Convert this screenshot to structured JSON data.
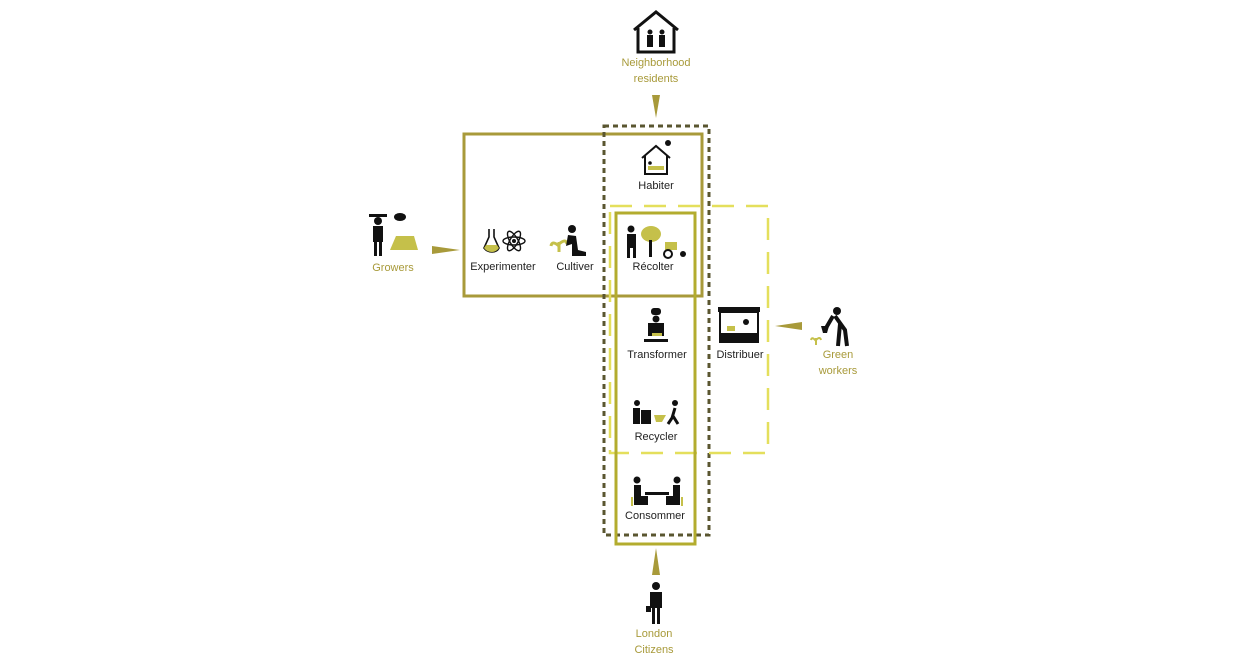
{
  "actors": {
    "residents": "Neighborhood residents",
    "residents_line1": "Neighborhood",
    "residents_line2": "residents",
    "growers": "Growers",
    "green_workers_line1": "Green",
    "green_workers_line2": "workers",
    "citizens_line1": "London",
    "citizens_line2": "Citizens"
  },
  "activities": {
    "habiter": "Habiter",
    "experimenter": "Experimenter",
    "cultiver": "Cultiver",
    "recolter": "Récolter",
    "transformer": "Transformer",
    "distribuer": "Distribuer",
    "recycler": "Recycler",
    "consommer": "Consommer"
  },
  "colors": {
    "olive": "#a89a3a",
    "dark_olive": "#5a5630",
    "yellow_dash": "#e4df5c",
    "inner": "#b3ac2e",
    "icon": "#111111",
    "icon_accent": "#c5c04a"
  }
}
